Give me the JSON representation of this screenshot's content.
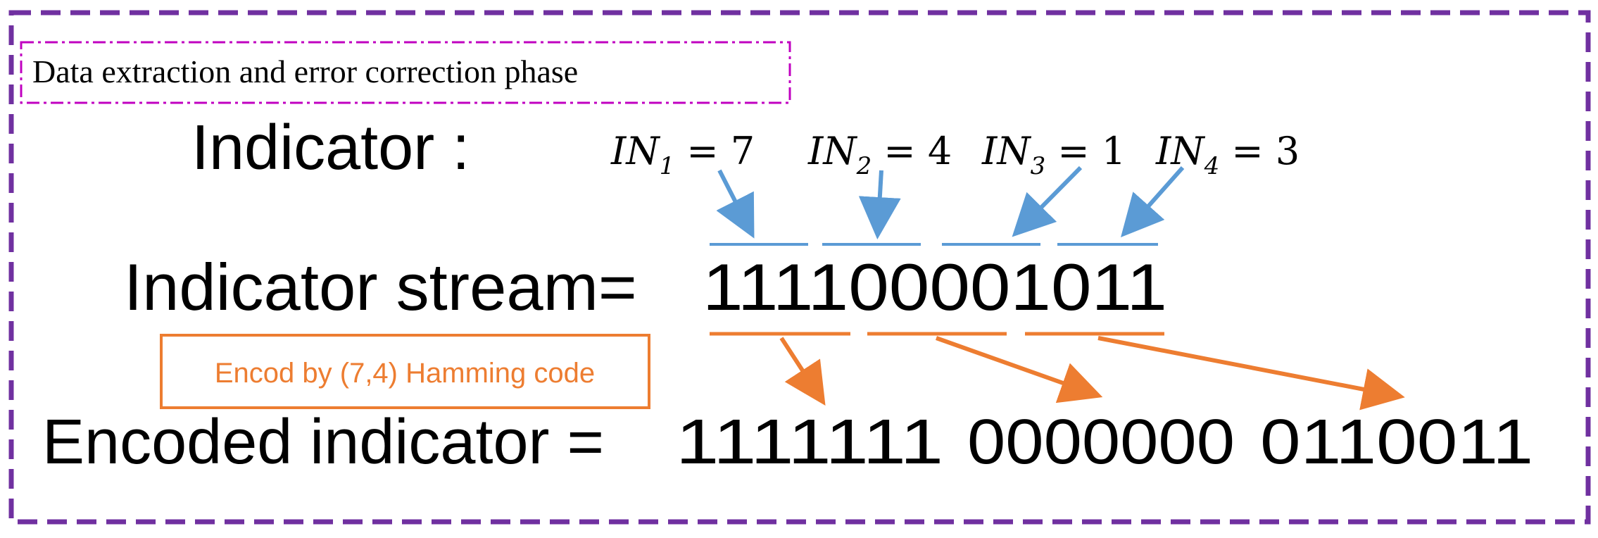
{
  "phase_label": "Data extraction and error correction phase",
  "indicator": {
    "label": "Indicator :",
    "values": [
      {
        "symbol": "IN",
        "subscript": "1",
        "value": "7"
      },
      {
        "symbol": "IN",
        "subscript": "2",
        "value": "4"
      },
      {
        "symbol": "IN",
        "subscript": "3",
        "value": "1"
      },
      {
        "symbol": "IN",
        "subscript": "4",
        "value": "3"
      }
    ]
  },
  "stream": {
    "label": "Indicator stream=",
    "bits": "111100001011"
  },
  "encoder_box": {
    "label": "Encod by (7,4) Hamming code"
  },
  "encoded": {
    "label": "Encoded indicator =",
    "codewords": [
      "1111111",
      "0000000",
      "0110011"
    ]
  },
  "colors": {
    "outer_border": "#7030A0",
    "phase_border": "#C000C0",
    "blue": "#5B9BD5",
    "orange": "#ED7D31",
    "text": "#000000"
  }
}
